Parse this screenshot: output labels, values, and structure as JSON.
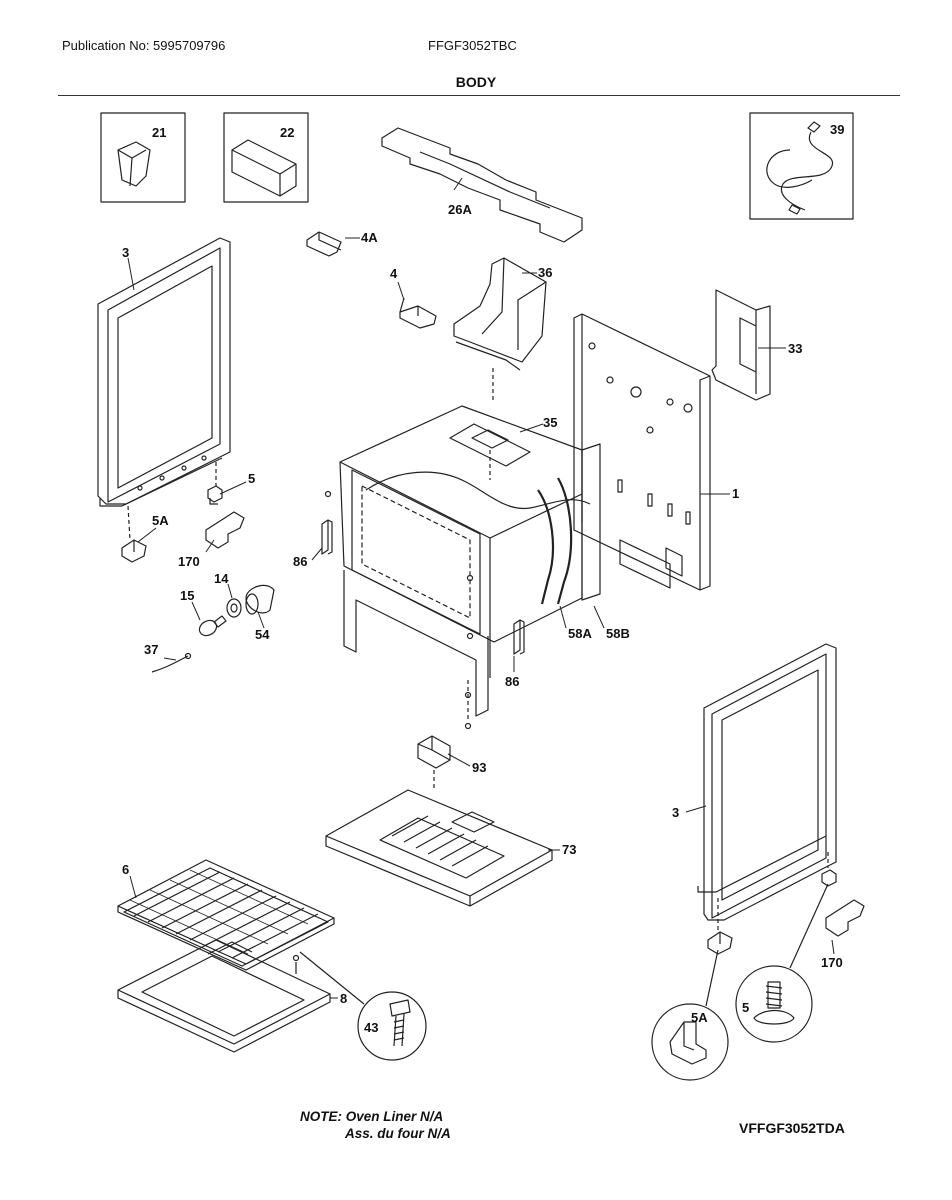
{
  "header": {
    "publication": "Publication No: 5995709796",
    "model": "FFGF3052TBC"
  },
  "title": "BODY",
  "labels": {
    "p21": "21",
    "p22": "22",
    "p39": "39",
    "p26a": "26A",
    "p4a": "4A",
    "p3_left": "3",
    "p4": "4",
    "p36": "36",
    "p33": "33",
    "p35": "35",
    "p1": "1",
    "p5_left": "5",
    "p5a_left": "5A",
    "p170_left": "170",
    "p86_left": "86",
    "p14": "14",
    "p15": "15",
    "p54": "54",
    "p58a": "58A",
    "p58b": "58B",
    "p37": "37",
    "p86_right": "86",
    "p93": "93",
    "p73": "73",
    "p3_right": "3",
    "p6": "6",
    "p8": "8",
    "p43": "43",
    "p170_right": "170",
    "p5_right": "5",
    "p5a_right": "5A"
  },
  "note": {
    "line1": "NOTE: Oven Liner N/A",
    "line2": "Ass. du four N/A"
  },
  "diagram_code": "VFFGF3052TDA"
}
